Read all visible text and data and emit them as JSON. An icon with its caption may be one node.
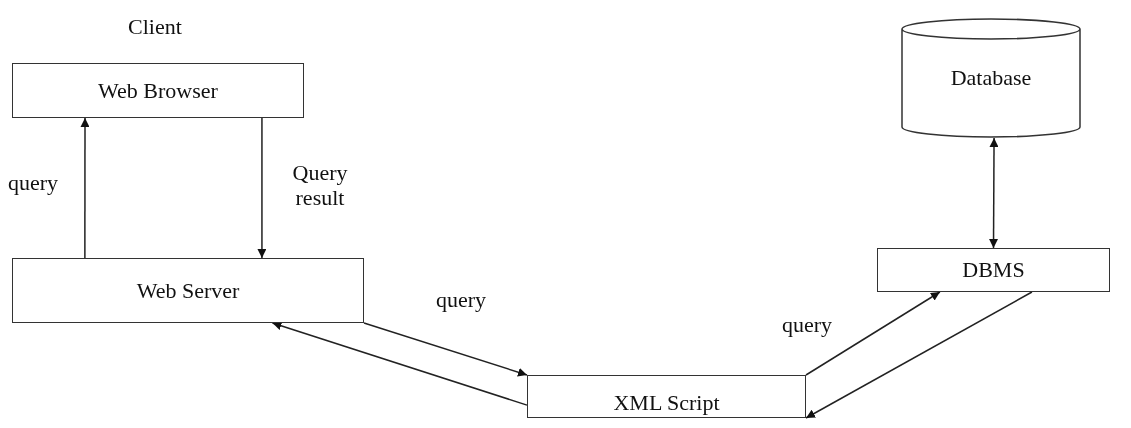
{
  "diagram": {
    "nodes": [
      {
        "text": [
          "Client",
          "Web Browser"
        ]
      },
      {
        "text": [
          "Web Server"
        ]
      },
      {
        "text": [
          "XML Script"
        ]
      },
      {
        "text": [
          "DBMS"
        ]
      },
      {
        "text": [
          "Database"
        ]
      }
    ],
    "edges": [
      {
        "from": 1,
        "to": 0,
        "arrow": "to",
        "label": "query"
      },
      {
        "from": 0,
        "to": 1,
        "arrow": "to",
        "label": "Query result"
      },
      {
        "from": 1,
        "to": 2,
        "arrow": "to",
        "label": "query"
      },
      {
        "from": 2,
        "to": 1,
        "arrow": "to"
      },
      {
        "from": 2,
        "to": 3,
        "arrow": "to",
        "label": "query"
      },
      {
        "from": 3,
        "to": 2,
        "arrow": "to"
      },
      {
        "from": 3,
        "to": 4,
        "arrow": "both"
      }
    ]
  }
}
